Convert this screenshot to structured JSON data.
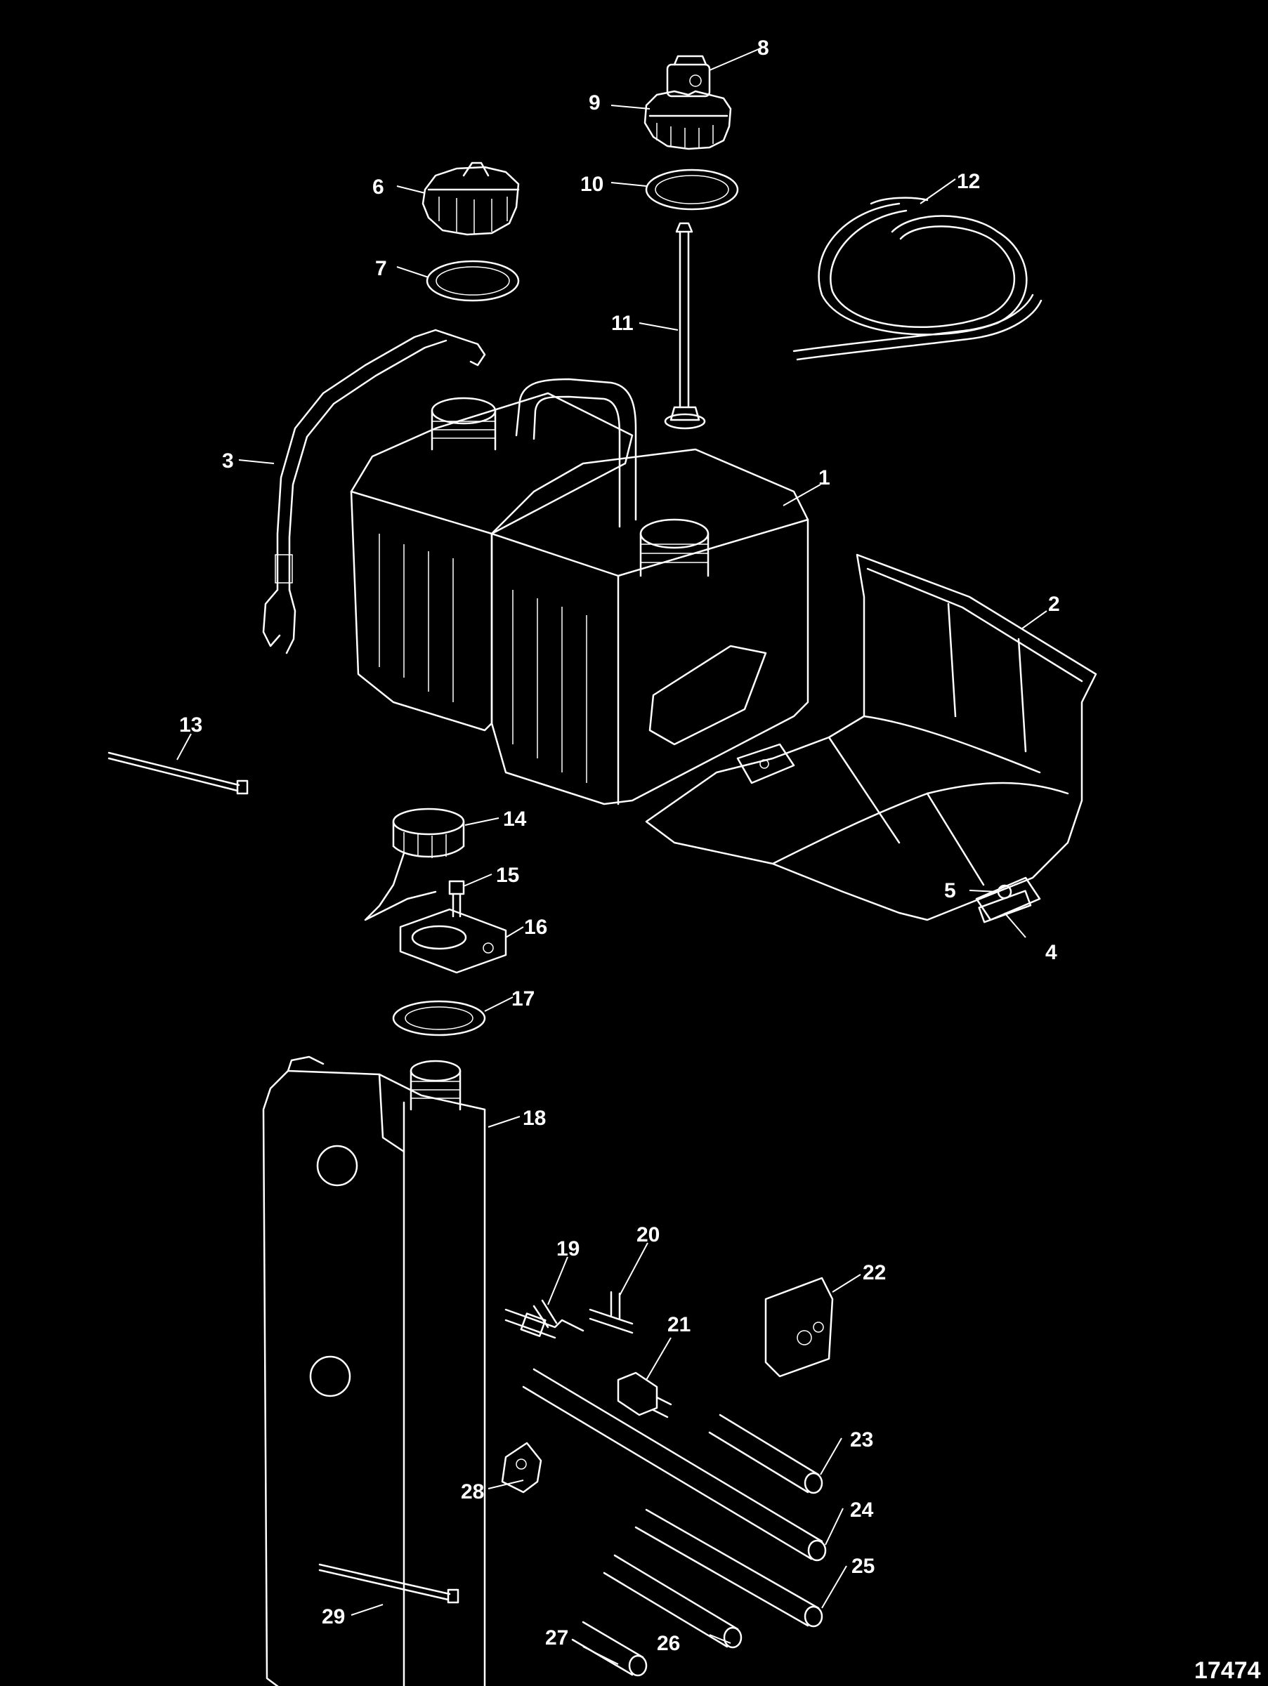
{
  "figure_id": "17474",
  "callouts": [
    "1",
    "2",
    "3",
    "4",
    "5",
    "6",
    "7",
    "8",
    "9",
    "10",
    "11",
    "12",
    "13",
    "14",
    "15",
    "16",
    "17",
    "18",
    "19",
    "20",
    "21",
    "22",
    "23",
    "24",
    "25",
    "26",
    "27",
    "28",
    "29"
  ],
  "colors": {
    "background": "#000000",
    "linework": "#ffffff"
  }
}
